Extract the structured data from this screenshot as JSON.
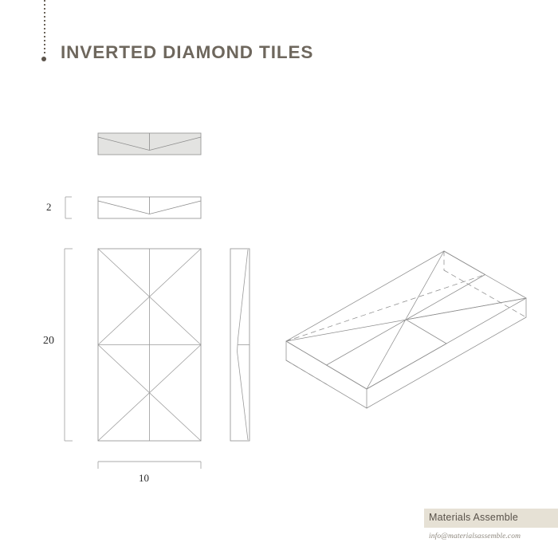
{
  "document": {
    "title": "INVERTED DIAMOND TILES",
    "background_color": "#ffffff",
    "title_color": "#6e675d",
    "line_color": "#8d8d8d",
    "fill_color": "#e3e3e1"
  },
  "header": {
    "title": "INVERTED DIAMOND TILES",
    "rule_color": "#6b6359"
  },
  "dimensions": {
    "thickness": {
      "label": "2",
      "value": 2,
      "orientation": "vertical",
      "applies_to": "side-elevation-thickness"
    },
    "height": {
      "label": "20",
      "value": 20,
      "orientation": "vertical",
      "applies_to": "front-view-height"
    },
    "width": {
      "label": "10",
      "value": 10,
      "orientation": "horizontal",
      "applies_to": "front-view-width"
    }
  },
  "views": [
    {
      "name": "shaded-elevation",
      "type": "elevation",
      "filled": true,
      "description": "Top shaded elevation showing inverted V profile"
    },
    {
      "name": "outline-elevation",
      "type": "elevation",
      "filled": false,
      "description": "Outline elevation with thickness dimension 2"
    },
    {
      "name": "front-view",
      "type": "plan",
      "filled": false,
      "description": "Front face with centerlines and diagonal X pattern, 10 x 20"
    },
    {
      "name": "side-view",
      "type": "section",
      "filled": false,
      "description": "Narrow side profile showing pinched center"
    },
    {
      "name": "isometric-view",
      "type": "isometric",
      "filled": false,
      "description": "3D isometric of tile block with inverted diamond facets and hidden dashed edges"
    }
  ],
  "footer": {
    "brand": "Materials Assemble",
    "email": "info@materialsassemble.com",
    "band_color": "#e6e1d5"
  }
}
